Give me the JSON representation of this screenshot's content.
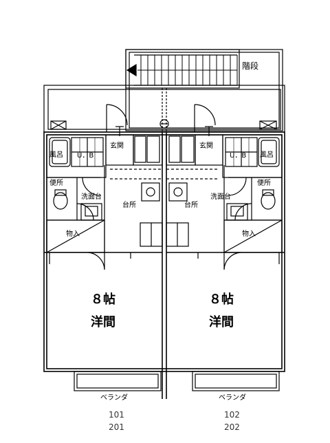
{
  "stairs": {
    "label": "階段"
  },
  "units": [
    {
      "id": "left",
      "rooms": {
        "entrance": "玄関",
        "bath": "風呂",
        "ub": "U．B",
        "toilet": "便所",
        "washstand": "洗面台",
        "kitchen": "台所",
        "storage": "物入",
        "room_size": "８帖",
        "room_type": "洋間"
      },
      "veranda": "ベランダ",
      "unit_numbers": [
        "101",
        "201"
      ]
    },
    {
      "id": "right",
      "rooms": {
        "entrance": "玄関",
        "bath": "風呂",
        "ub": "U．B",
        "toilet": "便所",
        "washstand": "洗面台",
        "kitchen": "台所",
        "storage": "物入",
        "room_size": "８帖",
        "room_type": "洋間"
      },
      "veranda": "ベランダ",
      "unit_numbers": [
        "102",
        "202"
      ]
    }
  ],
  "colors": {
    "wall": "#000000",
    "background": "#ffffff"
  }
}
